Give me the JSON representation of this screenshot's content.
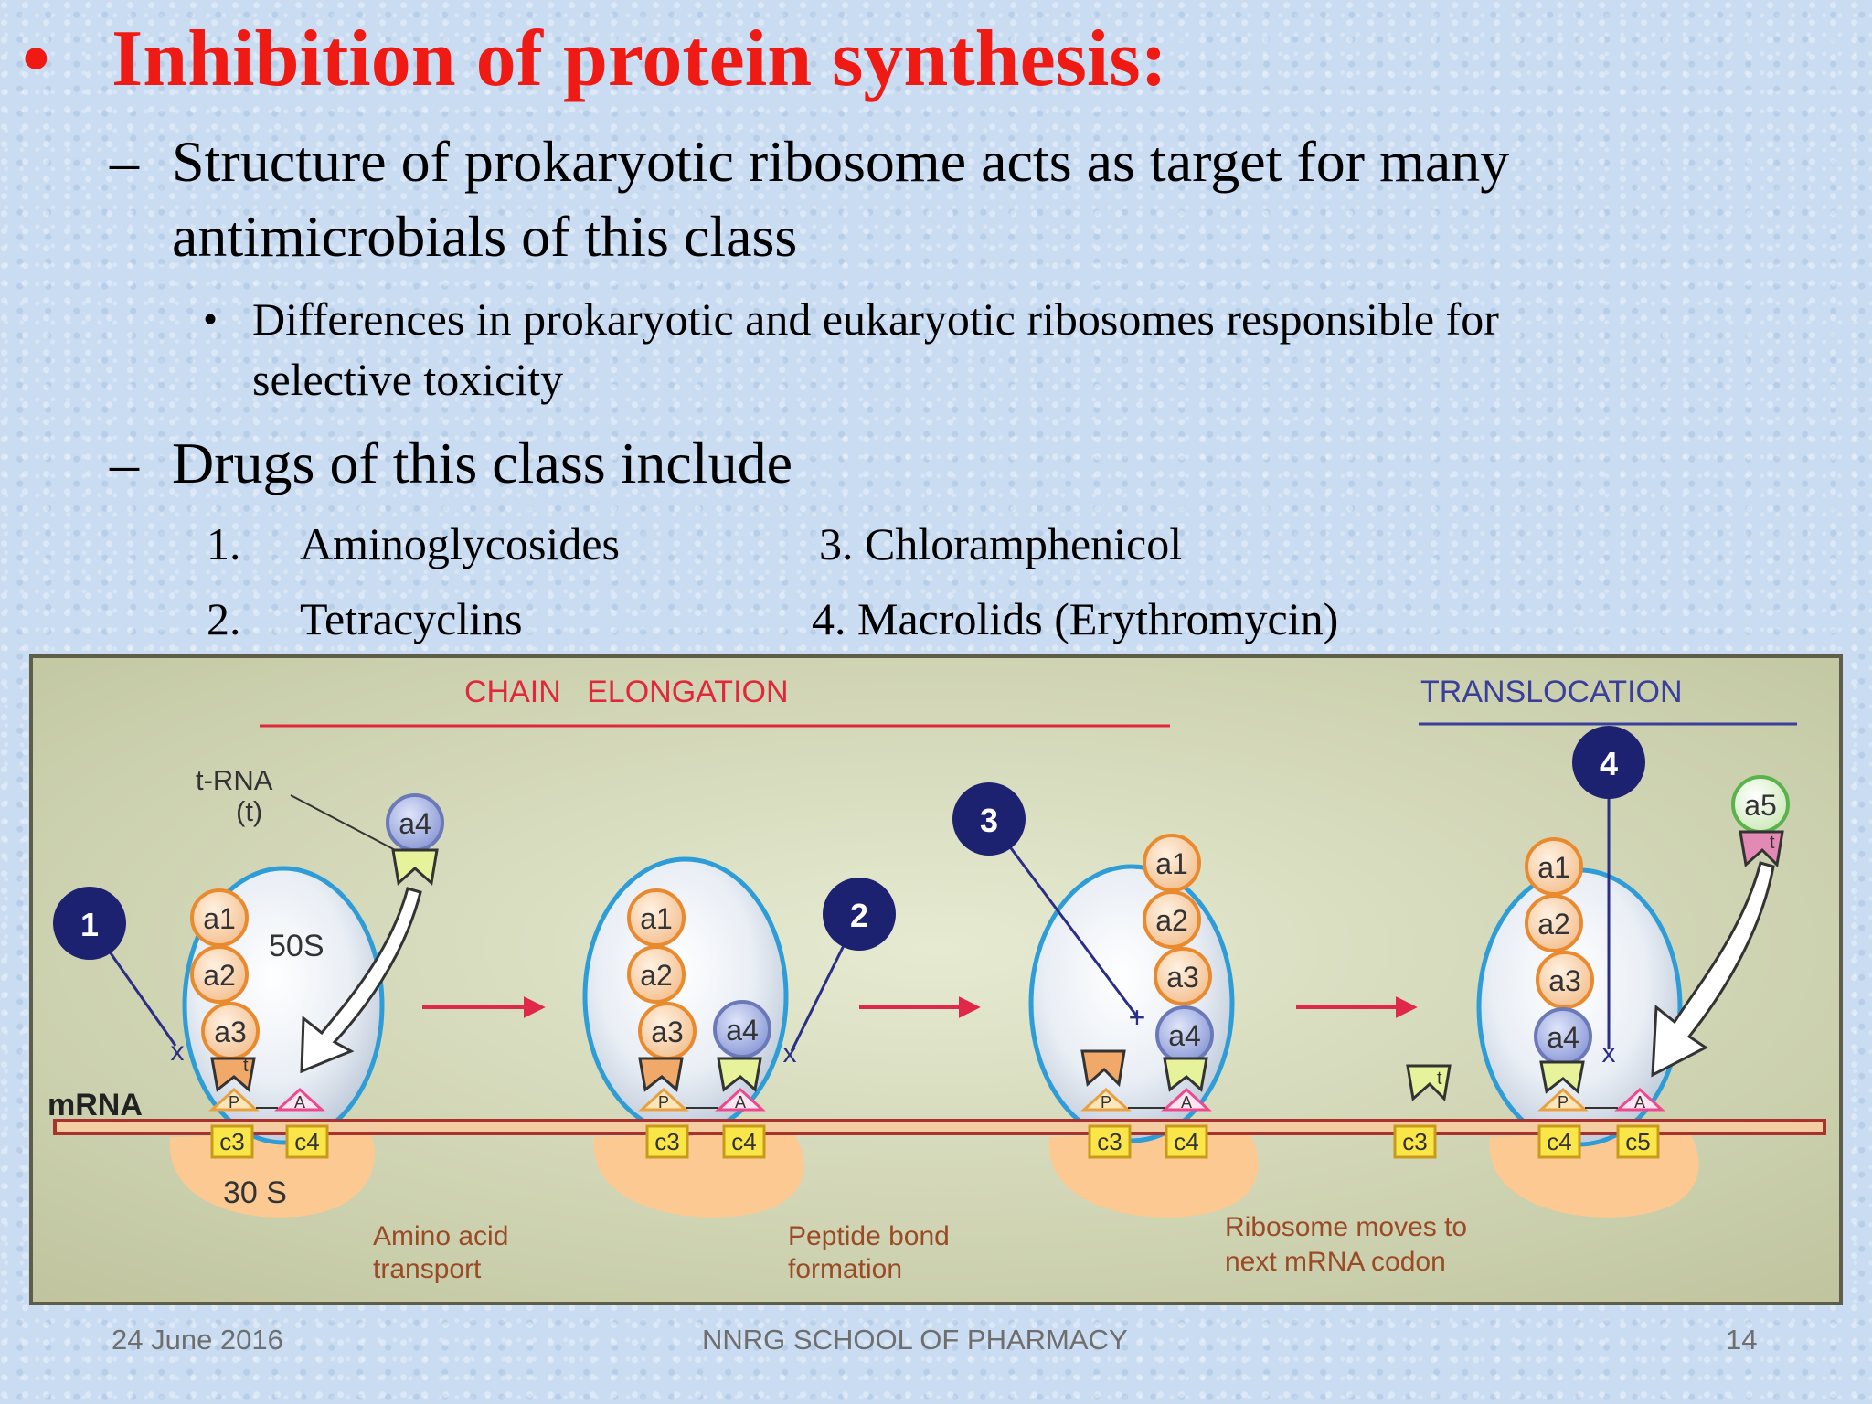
{
  "slide": {
    "title_bullet": "•",
    "title": "Inhibition of protein synthesis:",
    "points": [
      {
        "marker": "–",
        "lines": [
          "Structure of prokaryotic ribosome acts as target for many",
          "antimicrobials of this class"
        ]
      },
      {
        "marker": "–",
        "lines": [
          "Drugs of this class include"
        ]
      }
    ],
    "subpoint": {
      "marker": "•",
      "lines": [
        "Differences in prokaryotic and eukaryotic ribosomes responsible for",
        "selective toxicity"
      ]
    },
    "drugs": [
      {
        "num": "1.",
        "name": "Aminoglycosides"
      },
      {
        "num": "2.",
        "name": "Tetracyclins"
      },
      {
        "text": "3. Chloramphenicol"
      },
      {
        "text": "4. Macrolids (Erythromycin)"
      }
    ]
  },
  "diagram": {
    "headings": {
      "elongation": "CHAIN   ELONGATION",
      "translocation": "TRANSLOCATION"
    },
    "mrna_label": "mRNA",
    "trna_label": "t-RNA",
    "trna_symbol": "(t)",
    "t_mark": "t",
    "subunit_50s": "50S",
    "subunit_30s": "30 S",
    "site_p": "P",
    "site_a": "A",
    "steps": [
      {
        "number": "1",
        "caption": [
          "Amino acid",
          "transport"
        ]
      },
      {
        "number": "2",
        "caption": [
          "Peptide bond",
          "formation"
        ]
      },
      {
        "number": "3",
        "caption": [
          "Ribosome moves to",
          "next mRNA codon"
        ]
      },
      {
        "number": "4"
      }
    ],
    "amino_acids": [
      "a1",
      "a2",
      "a3",
      "a4",
      "a5"
    ],
    "codons": [
      "c3",
      "c4",
      "c5"
    ],
    "block_mark": "x",
    "block_mark_plus": "+",
    "colors": {
      "heading_red": "#e0283a",
      "heading_blue": "#3a3f9c",
      "panel_bg": "#c9ceab",
      "amino_fill": "#f9d6b3",
      "amino_stroke": "#ea8a2e",
      "a4_fill": "#a9b5e3",
      "a5_fill": "#dff3cf",
      "a5_stroke": "#5ab24a",
      "step_circle": "#1c2270",
      "ribosome_edge": "#2e9cd6",
      "subunit_30s": "#fbc991",
      "mrna_strip": "#f4cda3",
      "mrna_edge": "#a9322c",
      "codon": "#fbe64a",
      "codon_edge": "#c89a1a",
      "site_a": "#ec4a8c",
      "arrow_red": "#e0284a",
      "inhibitor_line": "#2a2f85"
    }
  },
  "footer": {
    "date": "24 June 2016",
    "school": "NNRG SCHOOL OF PHARMACY",
    "page": "14"
  }
}
